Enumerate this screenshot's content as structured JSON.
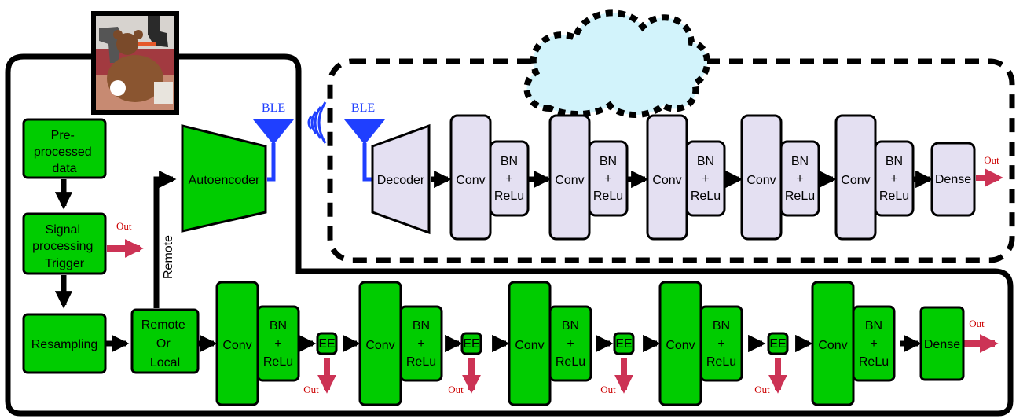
{
  "colors": {
    "green": "#00cc00",
    "lavender": "#e4e0f2",
    "ble_blue": "#1f3fff",
    "out_red": "#cc3355",
    "cloud": "#d2f3fb"
  },
  "photo": {
    "icon": "teddy-bear-robot-photo"
  },
  "local": {
    "preprocessed": [
      "Pre-",
      "processed",
      "data"
    ],
    "signal": [
      "Signal",
      "processing",
      "Trigger"
    ],
    "resampling": "Resampling",
    "remote_local": [
      "Remote",
      "Or",
      "Local"
    ],
    "remote_label": "Remote",
    "autoencoder": "Autoencoder",
    "ble": "BLE",
    "out": "Out",
    "conv": "Conv",
    "bn": [
      "BN",
      "+",
      "ReLu"
    ],
    "ee": "EE",
    "dense": "Dense"
  },
  "cloud": {
    "ble": "BLE",
    "decoder": "Decoder",
    "conv": "Conv",
    "bn": [
      "BN",
      "+",
      "ReLu"
    ],
    "dense": "Dense",
    "out": "Out"
  }
}
